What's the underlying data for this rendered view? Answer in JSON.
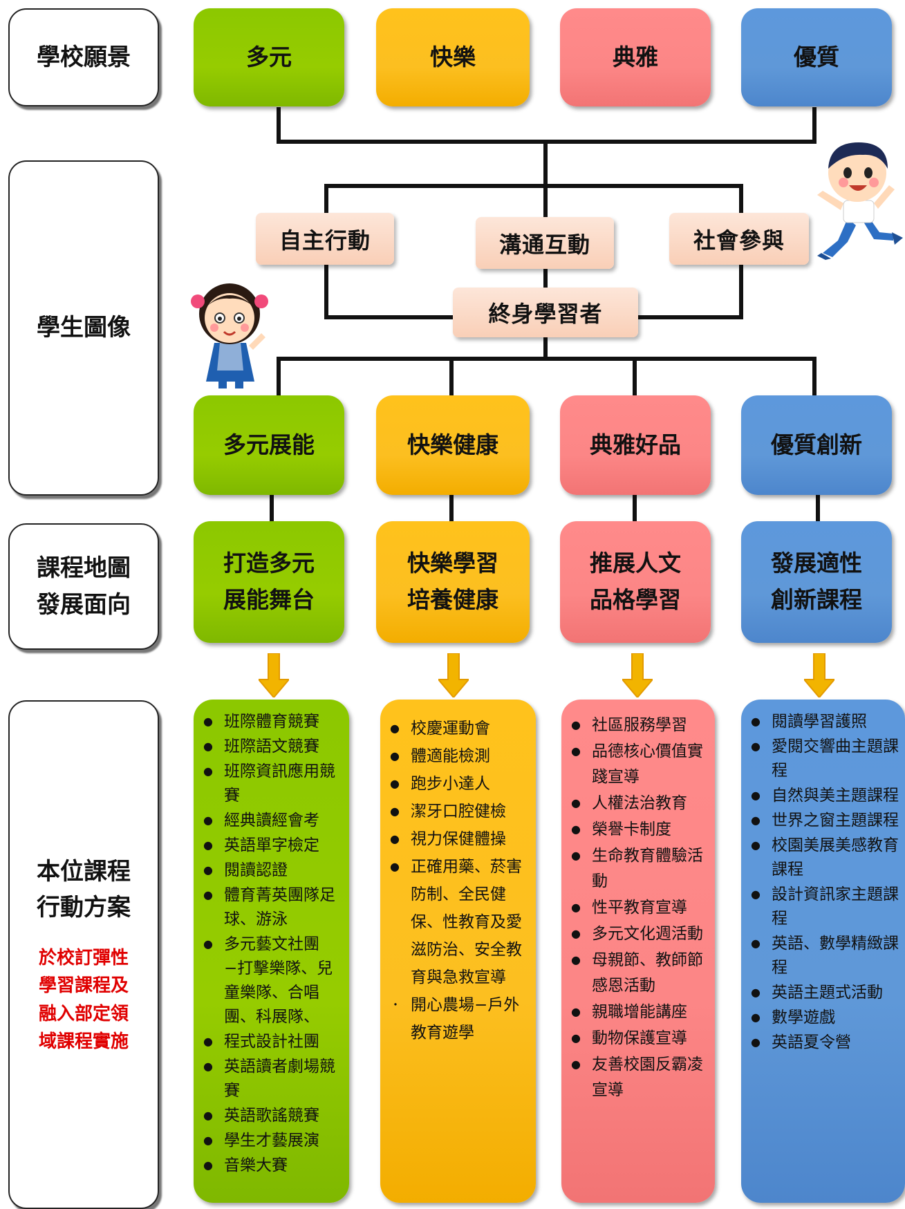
{
  "rows": {
    "vision": "學校願景",
    "student": "學生圖像",
    "curriculum": [
      "課程地圖",
      "發展面向"
    ],
    "action": [
      "本位課程",
      "行動方案"
    ],
    "action_note": [
      "於校訂彈性",
      "學習課程及",
      "融入部定領",
      "域課程實施"
    ]
  },
  "vision": [
    "多元",
    "快樂",
    "典雅",
    "優質"
  ],
  "competencies": {
    "left": "自主行動",
    "center": "溝通互動",
    "right": "社會參與",
    "core": "終身學習者"
  },
  "traits": [
    "多元展能",
    "快樂健康",
    "典雅好品",
    "優質創新"
  ],
  "curriculum_directions": [
    [
      "打造多元",
      "展能舞台"
    ],
    [
      "快樂學習",
      "培養健康"
    ],
    [
      "推展人文",
      "品格學習"
    ],
    [
      "發展適性",
      "創新課程"
    ]
  ],
  "colors": {
    "green": "#96cc00",
    "yellow": "#fcbf20",
    "red": "#fc8686",
    "blue": "#5f98d8",
    "arrow": "#f2b400"
  },
  "actions": [
    {
      "bullet": "●",
      "items": [
        "班際體育競賽",
        "班際語文競賽",
        "班際資訊應用競賽",
        "經典讀經會考",
        "英語單字檢定",
        "閱讀認證",
        "體育菁英團隊足球、游泳",
        "多元藝文社團−打擊樂隊、兒童樂隊、合唱團、科展隊、",
        "程式設計社團",
        "英語讀者劇場競賽",
        "英語歌謠競賽",
        "學生才藝展演",
        "音樂大賽"
      ]
    },
    {
      "bullet": "●",
      "items": [
        "校慶運動會",
        "體適能檢測",
        "跑步小達人",
        "潔牙口腔健檢",
        "視力保健體操",
        "正確用藥、菸害防制、全民健保、性教育及愛滋防治、安全教育與急救宣導"
      ],
      "extra_bullet": "・",
      "extra_item": "開心農場−戶外教育遊學"
    },
    {
      "bullet": "●",
      "items": [
        "社區服務學習",
        "品德核心價值實踐宣導",
        "人權法治教育",
        "榮譽卡制度",
        "生命教育體驗活動",
        "性平教育宣導",
        "多元文化週活動",
        "母親節、教師節感恩活動",
        "親職增能講座",
        "動物保護宣導",
        "友善校園反霸凌宣導"
      ]
    },
    {
      "bullet": "●",
      "items": [
        "閱讀學習護照",
        "愛閱交響曲主題課程",
        "自然與美主題課程",
        "世界之窗主題課程",
        "校園美展美感教育課程",
        "設計資訊家主題課程",
        "英語、數學精緻課程",
        "英語主題式活動",
        "數學遊戲",
        "英語夏令營"
      ]
    }
  ]
}
